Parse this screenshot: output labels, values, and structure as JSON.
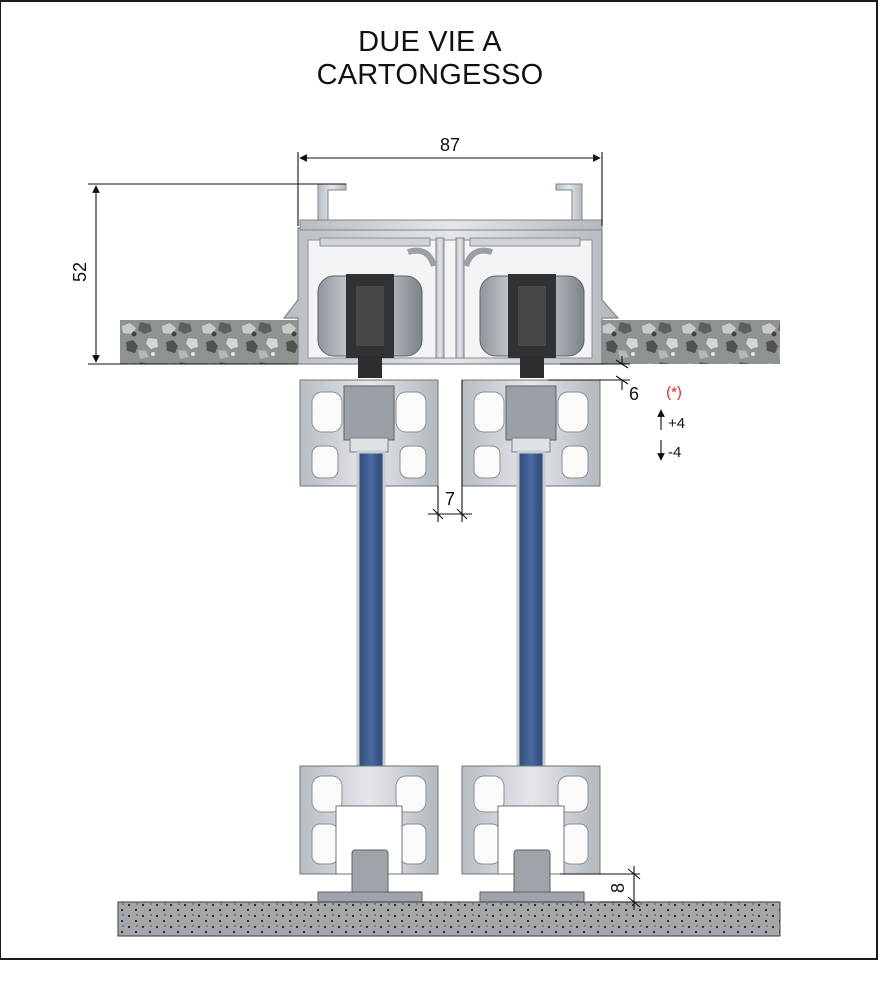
{
  "title": {
    "line1": "DUE VIE A",
    "line2": "CARTONGESSO"
  },
  "dimensions": {
    "width": "87",
    "height": "52",
    "gap_top": "6",
    "gap_center": "7",
    "floor_gap": "8"
  },
  "adjustment": {
    "note": "(*)",
    "up": "+4",
    "down": "-4",
    "note_color": "#e0262b"
  },
  "colors": {
    "aluminium": "#c9cdd1",
    "glass": "#3d5a8c",
    "floor": "#8a8f93",
    "plasterboard": "#9aa09b"
  }
}
